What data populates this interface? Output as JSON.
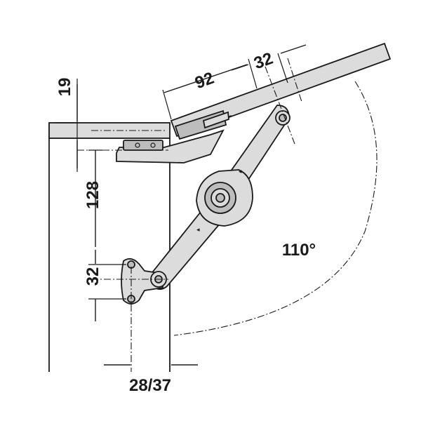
{
  "dimensions": {
    "top_thickness": "19",
    "offset_width": "92",
    "offset_small": "32",
    "vertical_main": "128",
    "vertical_small": "32",
    "side_offset": "28/37",
    "opening_angle": "110°"
  },
  "colors": {
    "line": "#1a1a1a",
    "part_fill": "#dcdcdc",
    "part_shade": "#bdbdbd",
    "background": "#ffffff"
  }
}
